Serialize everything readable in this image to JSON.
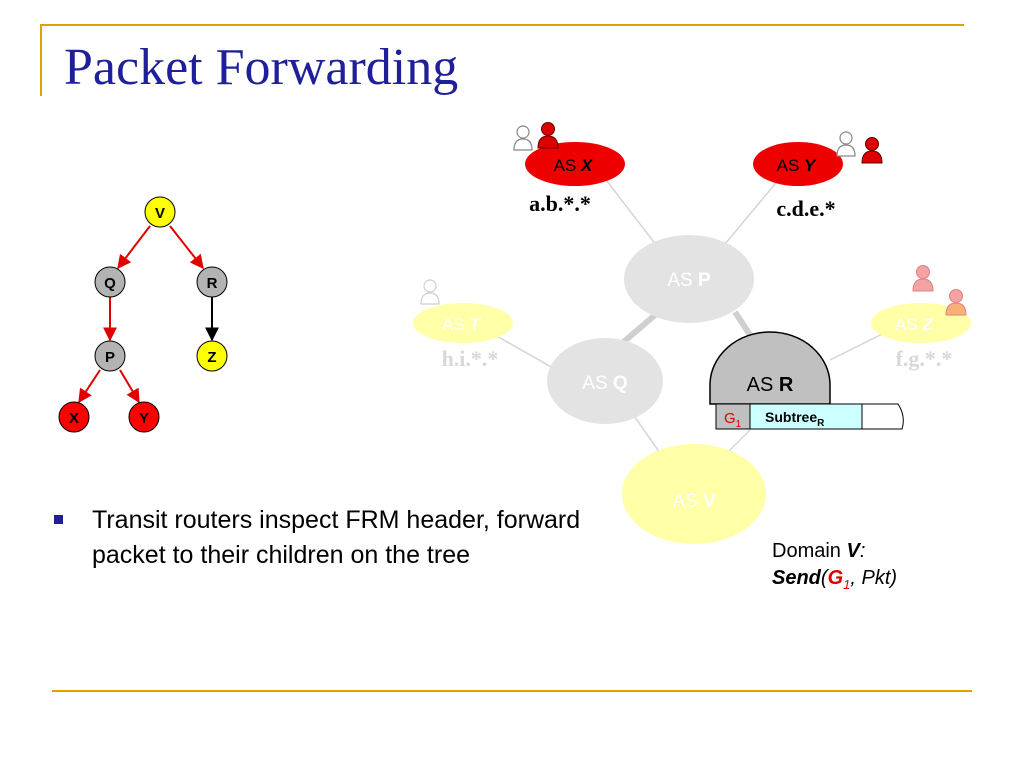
{
  "slide": {
    "title": "Packet Forwarding",
    "bullet": "Transit routers inspect FRM header, forward packet to their children on the tree"
  },
  "tree": {
    "nodes": [
      {
        "id": "V",
        "label": "V",
        "color": "#ffff00"
      },
      {
        "id": "Q",
        "label": "Q",
        "color": "#b3b3b3"
      },
      {
        "id": "R",
        "label": "R",
        "color": "#b3b3b3"
      },
      {
        "id": "P",
        "label": "P",
        "color": "#b3b3b3"
      },
      {
        "id": "Z",
        "label": "Z",
        "color": "#ffff00"
      },
      {
        "id": "X",
        "label": "X",
        "color": "#ff0000"
      },
      {
        "id": "Y",
        "label": "Y",
        "color": "#ff0000"
      }
    ],
    "edge_colors": {
      "active": "#e00000",
      "inactive": "#000000"
    }
  },
  "network": {
    "as_x": {
      "prefix": "AS",
      "name": "X",
      "address": "a.b.*.*"
    },
    "as_y": {
      "prefix": "AS",
      "name": "Y",
      "address": "c.d.e.*"
    },
    "as_t": {
      "prefix": "AS",
      "name": "T",
      "address": "h.i.*.*"
    },
    "as_z": {
      "prefix": "AS",
      "name": "Z",
      "address": "f.g.*.*"
    },
    "as_p": {
      "prefix": "AS",
      "name": "P"
    },
    "as_q": {
      "prefix": "AS",
      "name": "Q"
    },
    "as_r": {
      "prefix": "AS",
      "name": "R"
    },
    "as_v": {
      "prefix": "AS",
      "name": "V"
    },
    "header": {
      "g_label": "G",
      "g_sub": "1",
      "subtree_label": "Subtree",
      "subtree_sub": "R"
    }
  },
  "caption": {
    "domain_word": "Domain",
    "domain_name": "V",
    "colon": ":",
    "send": "Send",
    "open_paren": "(",
    "g": "G",
    "g_sub": "1",
    "rest": ", Pkt)"
  },
  "colors": {
    "title_blue": "#1f1f99",
    "rule_gold": "#e0a000",
    "as_red": "#ee0000",
    "as_yellow_faded": "#ffffa8",
    "as_gray_faded": "#e3e3e3",
    "as_r_gray": "#c0c0c0",
    "subtree_cyan": "#ccffff"
  }
}
